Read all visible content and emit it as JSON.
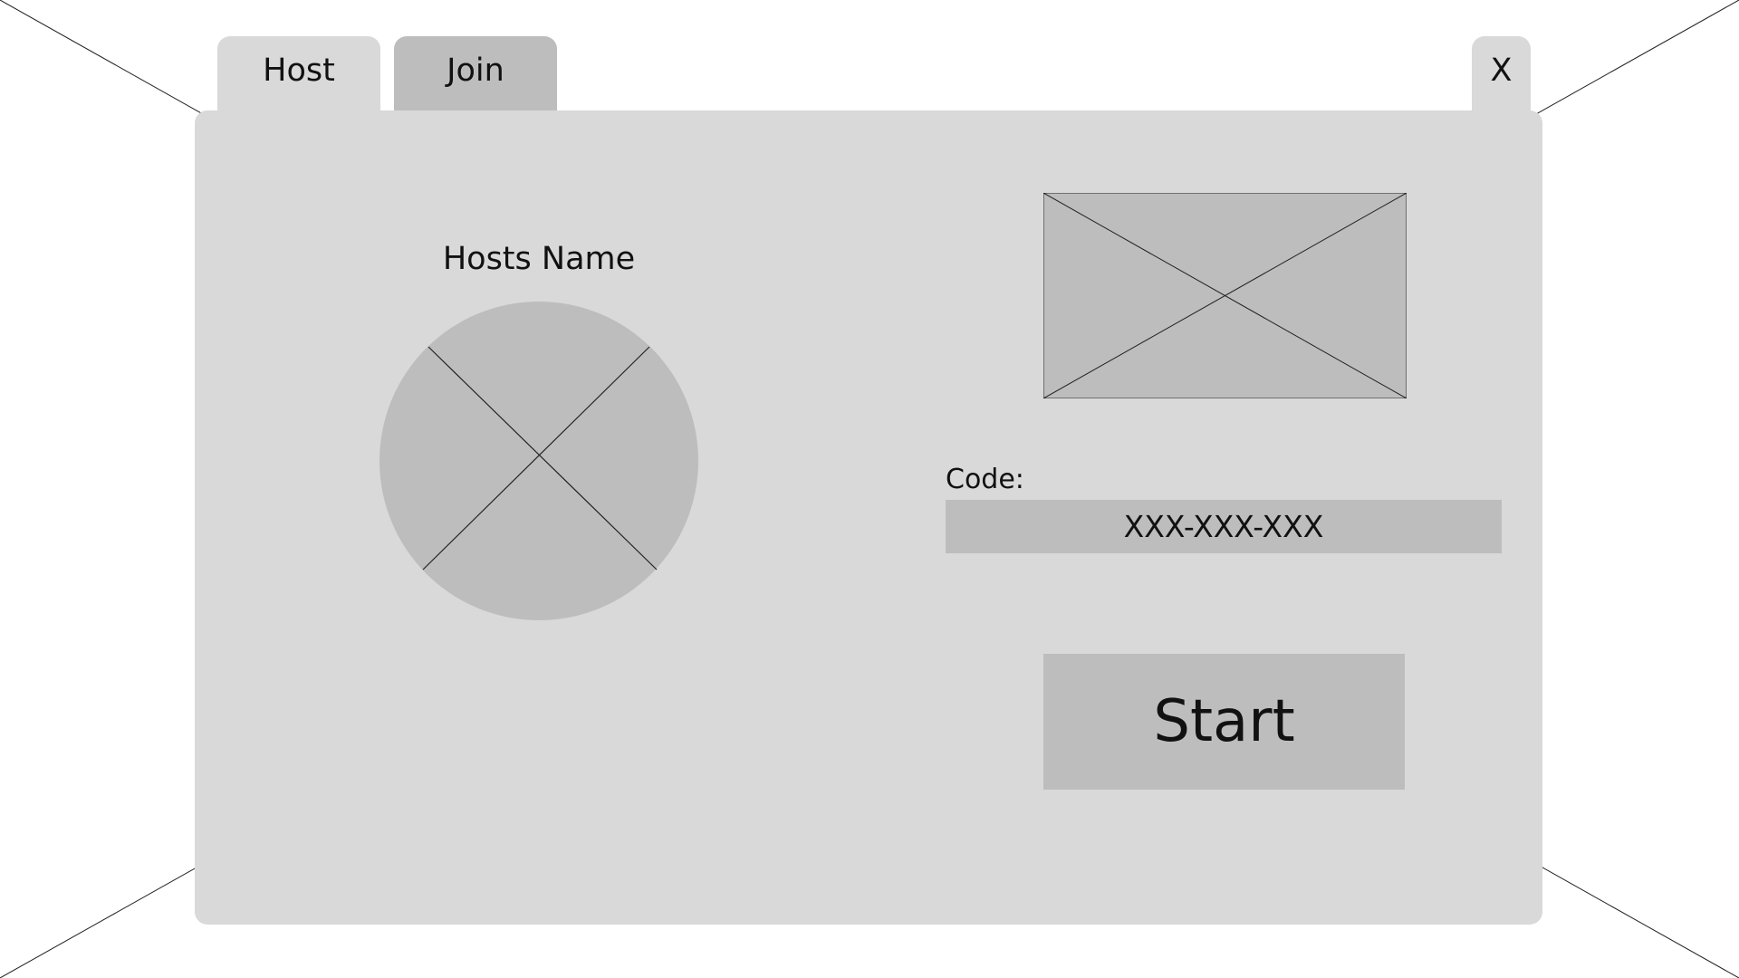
{
  "tabs": [
    {
      "label": "Host"
    },
    {
      "label": "Join"
    }
  ],
  "close_label": "X",
  "host": {
    "name_label": "Hosts Name"
  },
  "code": {
    "label": "Code:",
    "value": "XXX-XXX-XXX"
  },
  "start_label": "Start",
  "icons": {
    "avatar": "avatar-placeholder-icon",
    "image": "image-placeholder-icon"
  }
}
